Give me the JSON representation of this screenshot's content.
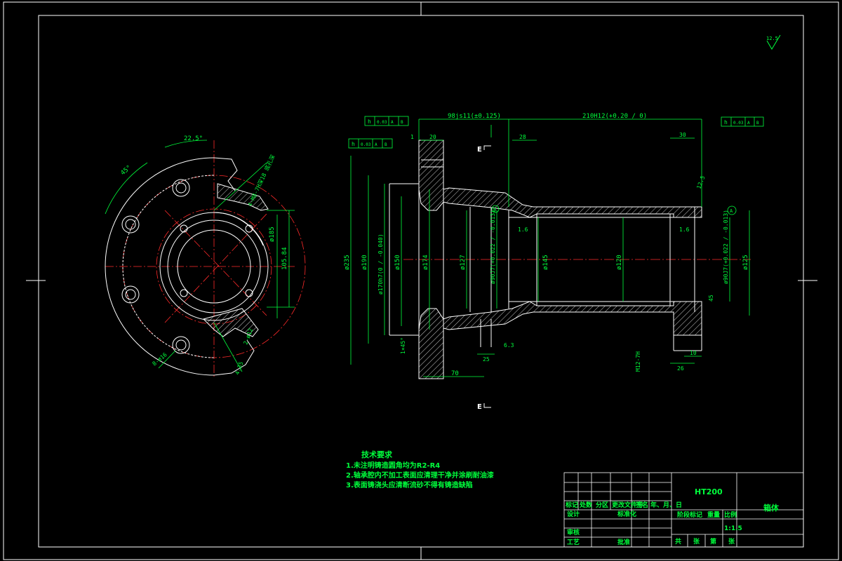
{
  "colors": {
    "background": "#000000",
    "outline": "#ffffff",
    "dimension": "#00ff3c",
    "centerline": "#ff2a2a",
    "hatch": "#ffffff"
  },
  "roughness_global": "12.5",
  "end_view": {
    "angle_top": "22.5°",
    "angle_left": "45°",
    "label_holes_top": "4-M8-7H深18 底孔深",
    "dia_185": "ø185",
    "dim_105": "105.84",
    "holes_bottom": "8-ø16",
    "label_right_1": "2-ø12",
    "label_right_2": "4.35"
  },
  "section": {
    "dim_98": "98js11(±0.125)",
    "dim_210": "210H12(+0.20 / 0)",
    "dim_20": "20",
    "dim_1": "1",
    "dim_28": "28",
    "dim_30": "30",
    "dim_235": "ø235",
    "dim_190": "ø190",
    "dim_170": "ø170h7(0 / -0.040)",
    "dim_150": "ø150",
    "dim_174": "ø174",
    "dim_127": "ø127",
    "dim_90_left": "ø90J7(+0.022 / -0.013)",
    "dim_145": "ø145",
    "dim_120": "ø120",
    "dim_90_right": "ø90J7(+0.022 / -0.013)",
    "dim_125": "ø125",
    "dim_70": "70",
    "dim_25": "25",
    "dim_26": "26",
    "dim_10": "10",
    "dim_M12": "M12-7H",
    "dim_45": "45",
    "rough_16a": "1.6",
    "rough_16b": "1.6",
    "rough_63": "6.3",
    "rough_125": "12.5",
    "chamfer": "1×45°",
    "section_mark_top": "E",
    "section_mark_bottom": "E",
    "datum_b": "B",
    "datum_a": "A",
    "frame_left_1": "h",
    "frame_left_1_val": "0.03",
    "frame_left_1_ref1": "A",
    "frame_left_1_ref2": "B",
    "frame_left_2": "h",
    "frame_left_2_val": "0.03",
    "frame_left_2_ref1": "A",
    "frame_left_2_ref2": "B",
    "frame_right": "h",
    "frame_right_val": "0.03",
    "frame_right_ref1": "A",
    "frame_right_ref2": "B"
  },
  "notes": {
    "title": "技术要求",
    "lines": [
      "1.未注明铸造圆角均为R2-R4",
      "2.轴承腔内不加工表面应清理干净并涂刷耐油漆",
      "3.表面铸浇头应清断流砂不得有铸造缺陷"
    ]
  },
  "title_block": {
    "material": "HT200",
    "part_name": "箱体",
    "row_headers": [
      "标记",
      "处数",
      "分区",
      "更改文件号",
      "签名",
      "年、月、日"
    ],
    "design": "设计",
    "standard": "标准化",
    "check": "审核",
    "process": "工艺",
    "approve": "批准",
    "stage": "阶段标记",
    "weight": "重量",
    "scale_label": "比例",
    "scale": "1:1.5",
    "sheet_row": [
      "共",
      "张",
      "第",
      "张"
    ]
  }
}
